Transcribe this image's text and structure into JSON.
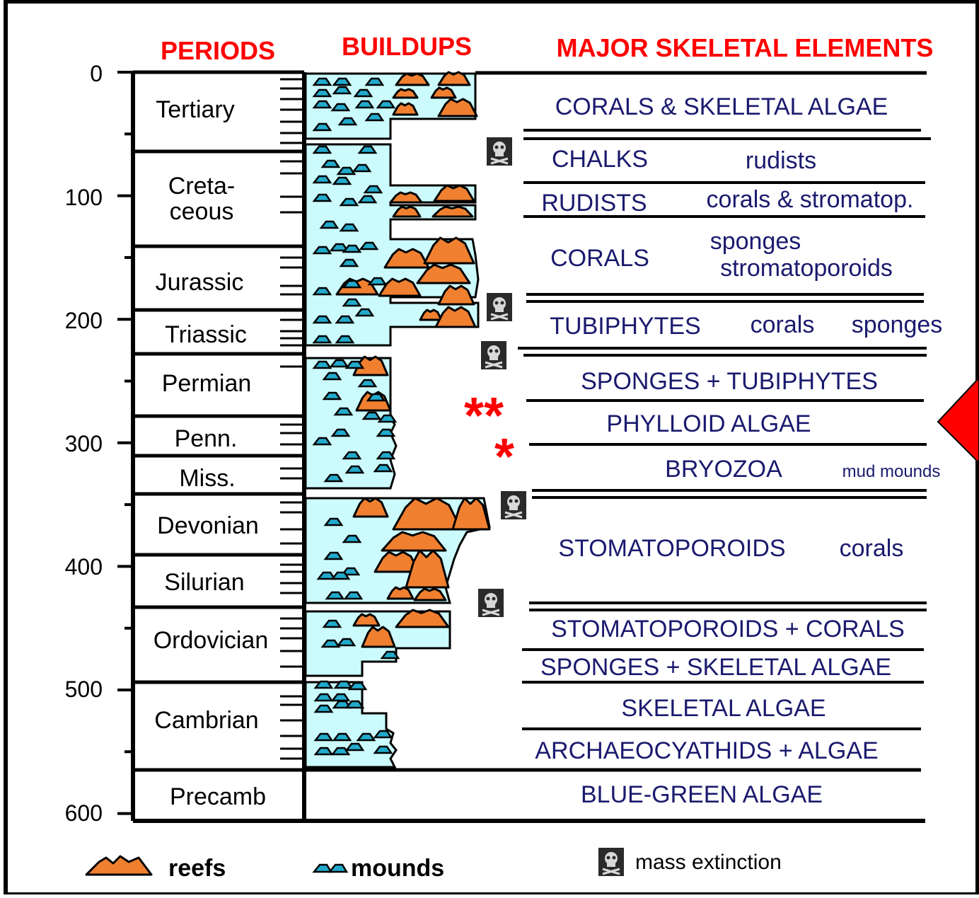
{
  "headers": {
    "periods": "PERIODS",
    "buildups": "BUILDUPS",
    "elements": "MAJOR SKELETAL ELEMENTS"
  },
  "axis_ticks": [
    "0",
    "100",
    "200",
    "300",
    "400",
    "500",
    "600"
  ],
  "periods": {
    "tertiary": "Tertiary",
    "cretaceous_1": "Creta-",
    "cretaceous_2": "ceous",
    "jurassic": "Jurassic",
    "triassic": "Triassic",
    "permian": "Permian",
    "penn": "Penn.",
    "miss": "Miss.",
    "devonian": "Devonian",
    "silurian": "Silurian",
    "ordovician": "Ordovician",
    "cambrian": "Cambrian",
    "precamb": "Precamb"
  },
  "elements": {
    "e1": "CORALS & SKELETAL ALGAE",
    "e2a": "CHALKS",
    "e2b": "rudists",
    "e3a": "RUDISTS",
    "e3b": "corals & stromatop.",
    "e4a": "CORALS",
    "e4b": "sponges",
    "e4c": "stromatoporoids",
    "e5a": "TUBIPHYTES",
    "e5b": "corals",
    "e5c": "sponges",
    "e6": "SPONGES + TUBIPHYTES",
    "e7": "PHYLLOID ALGAE",
    "e8a": "BRYOZOA",
    "e8b": "mud mounds",
    "e9a": "STOMATOPOROIDS",
    "e9b": "corals",
    "e10": "STOMATOPOROIDS + CORALS",
    "e11": "SPONGES + SKELETAL ALGAE",
    "e12": "SKELETAL ALGAE",
    "e13": "ARCHAEOCYATHIDS + ALGAE",
    "e14": "BLUE-GREEN ALGAE"
  },
  "stars": {
    "double": "**",
    "single": "*"
  },
  "legend": {
    "reefs": "reefs",
    "mounds": "mounds",
    "mass_extinction": "mass extinction"
  },
  "colors": {
    "header": "#ff0000",
    "element_text": "#1a1a6e",
    "buildup_fill": "#ccfbfd",
    "reef_fill": "#f08030",
    "mound_fill": "#22aacc",
    "pointer": "#ff0000"
  },
  "icons": [
    "skull-icon",
    "reef-icon",
    "mound-icon",
    "pointer-triangle-icon",
    "asterisk-icon"
  ]
}
